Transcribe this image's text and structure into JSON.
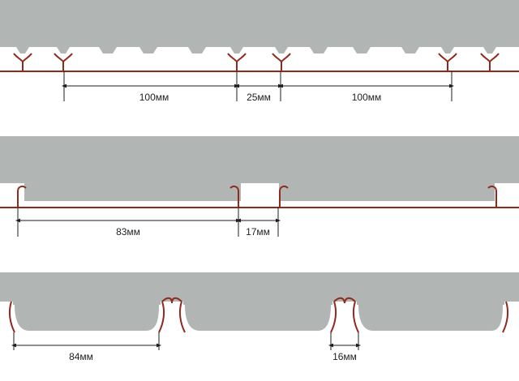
{
  "colors": {
    "panel": "#b1b6b5",
    "rail": "#8f2a1c",
    "dim": "#1c1c1c",
    "background": "#ffffff"
  },
  "diagrams": [
    {
      "id": "row-1",
      "dimensions": [
        {
          "label": "100мм"
        },
        {
          "label": "25мм"
        },
        {
          "label": "100мм"
        }
      ]
    },
    {
      "id": "row-2",
      "dimensions": [
        {
          "label": "83мм"
        },
        {
          "label": "17мм"
        }
      ]
    },
    {
      "id": "row-3",
      "dimensions": [
        {
          "label": "84мм"
        },
        {
          "label": "16мм"
        }
      ]
    }
  ]
}
